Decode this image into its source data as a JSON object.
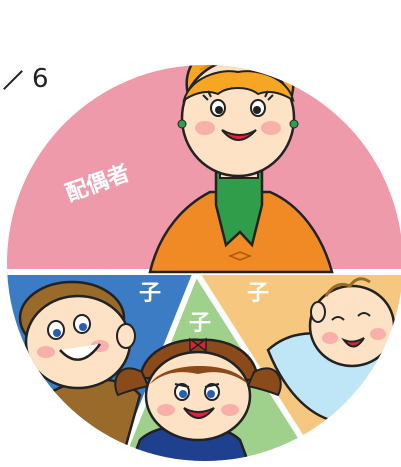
{
  "fraction": {
    "denominator": "6"
  },
  "segments": {
    "spouse": {
      "label": "配偶者",
      "color": "#ee9aab"
    },
    "child_left": {
      "label": "子",
      "color": "#3b7cc4"
    },
    "child_middle": {
      "label": "子",
      "color": "#9fd18c"
    },
    "child_right": {
      "label": "子",
      "color": "#f6c77e"
    }
  },
  "colors": {
    "woman_hair": "#f6a623",
    "woman_jacket": "#f08a24",
    "woman_shirt": "#2f9d4a",
    "skin": "#fde2c6",
    "boy_hair": "#9a6a2a",
    "girl_hair": "#8b4a1a",
    "baby_clothes": "#bfe6f7"
  }
}
